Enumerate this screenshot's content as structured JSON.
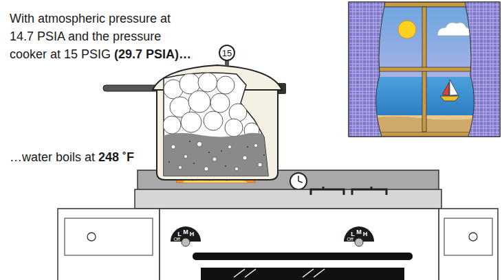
{
  "diagram": {
    "nodes": [
      {
        "text": [
          "15"
        ]
      }
    ],
    "labels": [
      "With atmospheric pressure at 14.7 PSIA and the pressure cooker at 15 PSIG",
      "(29.7 PSIA)…",
      "…water boils at",
      "248 ˚F",
      "Off",
      "L",
      "M",
      "H",
      "Off",
      "L",
      "M",
      "H"
    ]
  }
}
